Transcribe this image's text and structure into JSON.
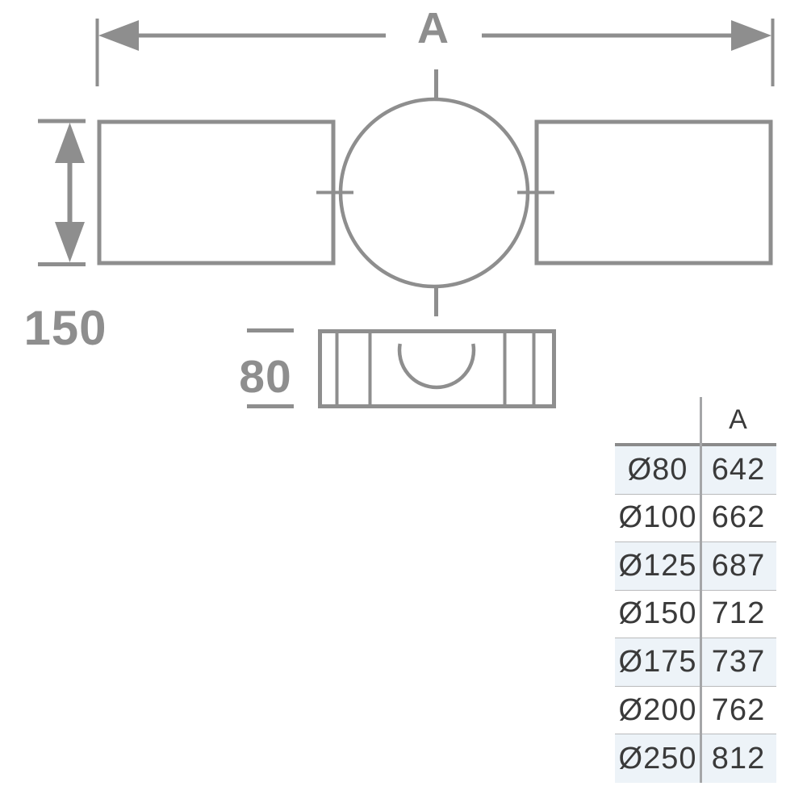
{
  "diagram": {
    "width_dim_label": "A",
    "height_dim_label": "150",
    "depth_dim_label": "80"
  },
  "table": {
    "columns": [
      "",
      "A"
    ],
    "header_a": "A",
    "rows": [
      {
        "dia": "Ø80",
        "a": "642"
      },
      {
        "dia": "Ø100",
        "a": "662"
      },
      {
        "dia": "Ø125",
        "a": "687"
      },
      {
        "dia": "Ø150",
        "a": "712"
      },
      {
        "dia": "Ø175",
        "a": "737"
      },
      {
        "dia": "Ø200",
        "a": "762"
      },
      {
        "dia": "Ø250",
        "a": "812"
      }
    ]
  },
  "colors": {
    "drawing_line_gray": "#8e8e8e",
    "table_text": "#3a3a3a",
    "table_alt_row_bg": "#edf3f8",
    "table_divider": "#a5a6a8",
    "table_header_rule": "#8b8b8b",
    "table_row_separator": "#b9babc"
  }
}
